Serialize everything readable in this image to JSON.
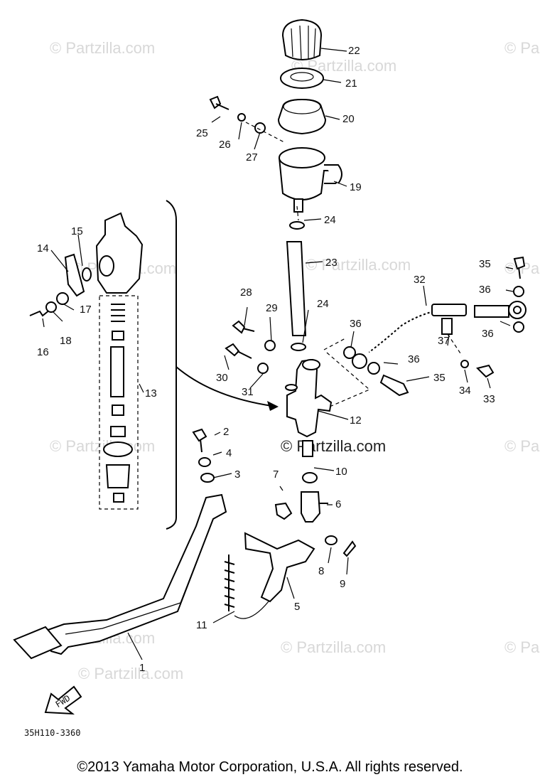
{
  "watermark": "© Partzilla.com",
  "diagram_code": "35H110-3360",
  "front_badge": "FWD",
  "copyright": "©2013 Yamaha Motor Corporation, U.S.A. All rights reserved.",
  "callouts": {
    "c1": "1",
    "c2": "2",
    "c3": "3",
    "c4": "4",
    "c5": "5",
    "c6": "6",
    "c7": "7",
    "c8": "8",
    "c9": "9",
    "c10": "10",
    "c11": "11",
    "c12": "12",
    "c13": "13",
    "c14": "14",
    "c15": "15",
    "c16": "16",
    "c17": "17",
    "c18": "18",
    "c19": "19",
    "c20": "20",
    "c21": "21",
    "c22": "22",
    "c23": "23",
    "c24a": "24",
    "c24b": "24",
    "c25": "25",
    "c26": "26",
    "c27": "27",
    "c28": "28",
    "c29": "29",
    "c30": "30",
    "c31": "31",
    "c32": "32",
    "c33": "33",
    "c34": "34",
    "c35a": "35",
    "c35b": "35",
    "c36a": "36",
    "c36b": "36",
    "c36c": "36",
    "c36d": "36",
    "c37": "37"
  }
}
